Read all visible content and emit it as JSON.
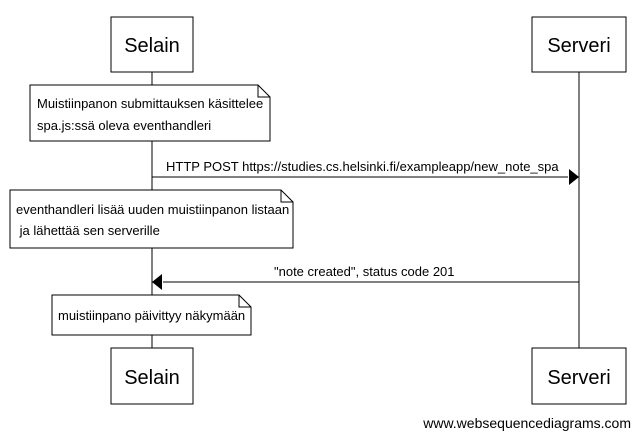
{
  "participants": {
    "left": "Selain",
    "right": "Serveri"
  },
  "notes": {
    "note1": {
      "line1": "Muistiinpanon submittauksen käsittelee",
      "line2": "spa.js:ssä oleva eventhandleri"
    },
    "note2": {
      "line1": "eventhandleri lisää uuden muistiinpanon listaan",
      "line2": " ja lähettää sen serverille"
    },
    "note3": {
      "line1": "muistiinpano päivittyy näkymään"
    }
  },
  "messages": {
    "post": "HTTP POST https://studies.cs.helsinki.fi/exampleapp/new_note_spa",
    "response": "\"note created\", status code 201"
  },
  "watermark": "www.websequencediagrams.com"
}
